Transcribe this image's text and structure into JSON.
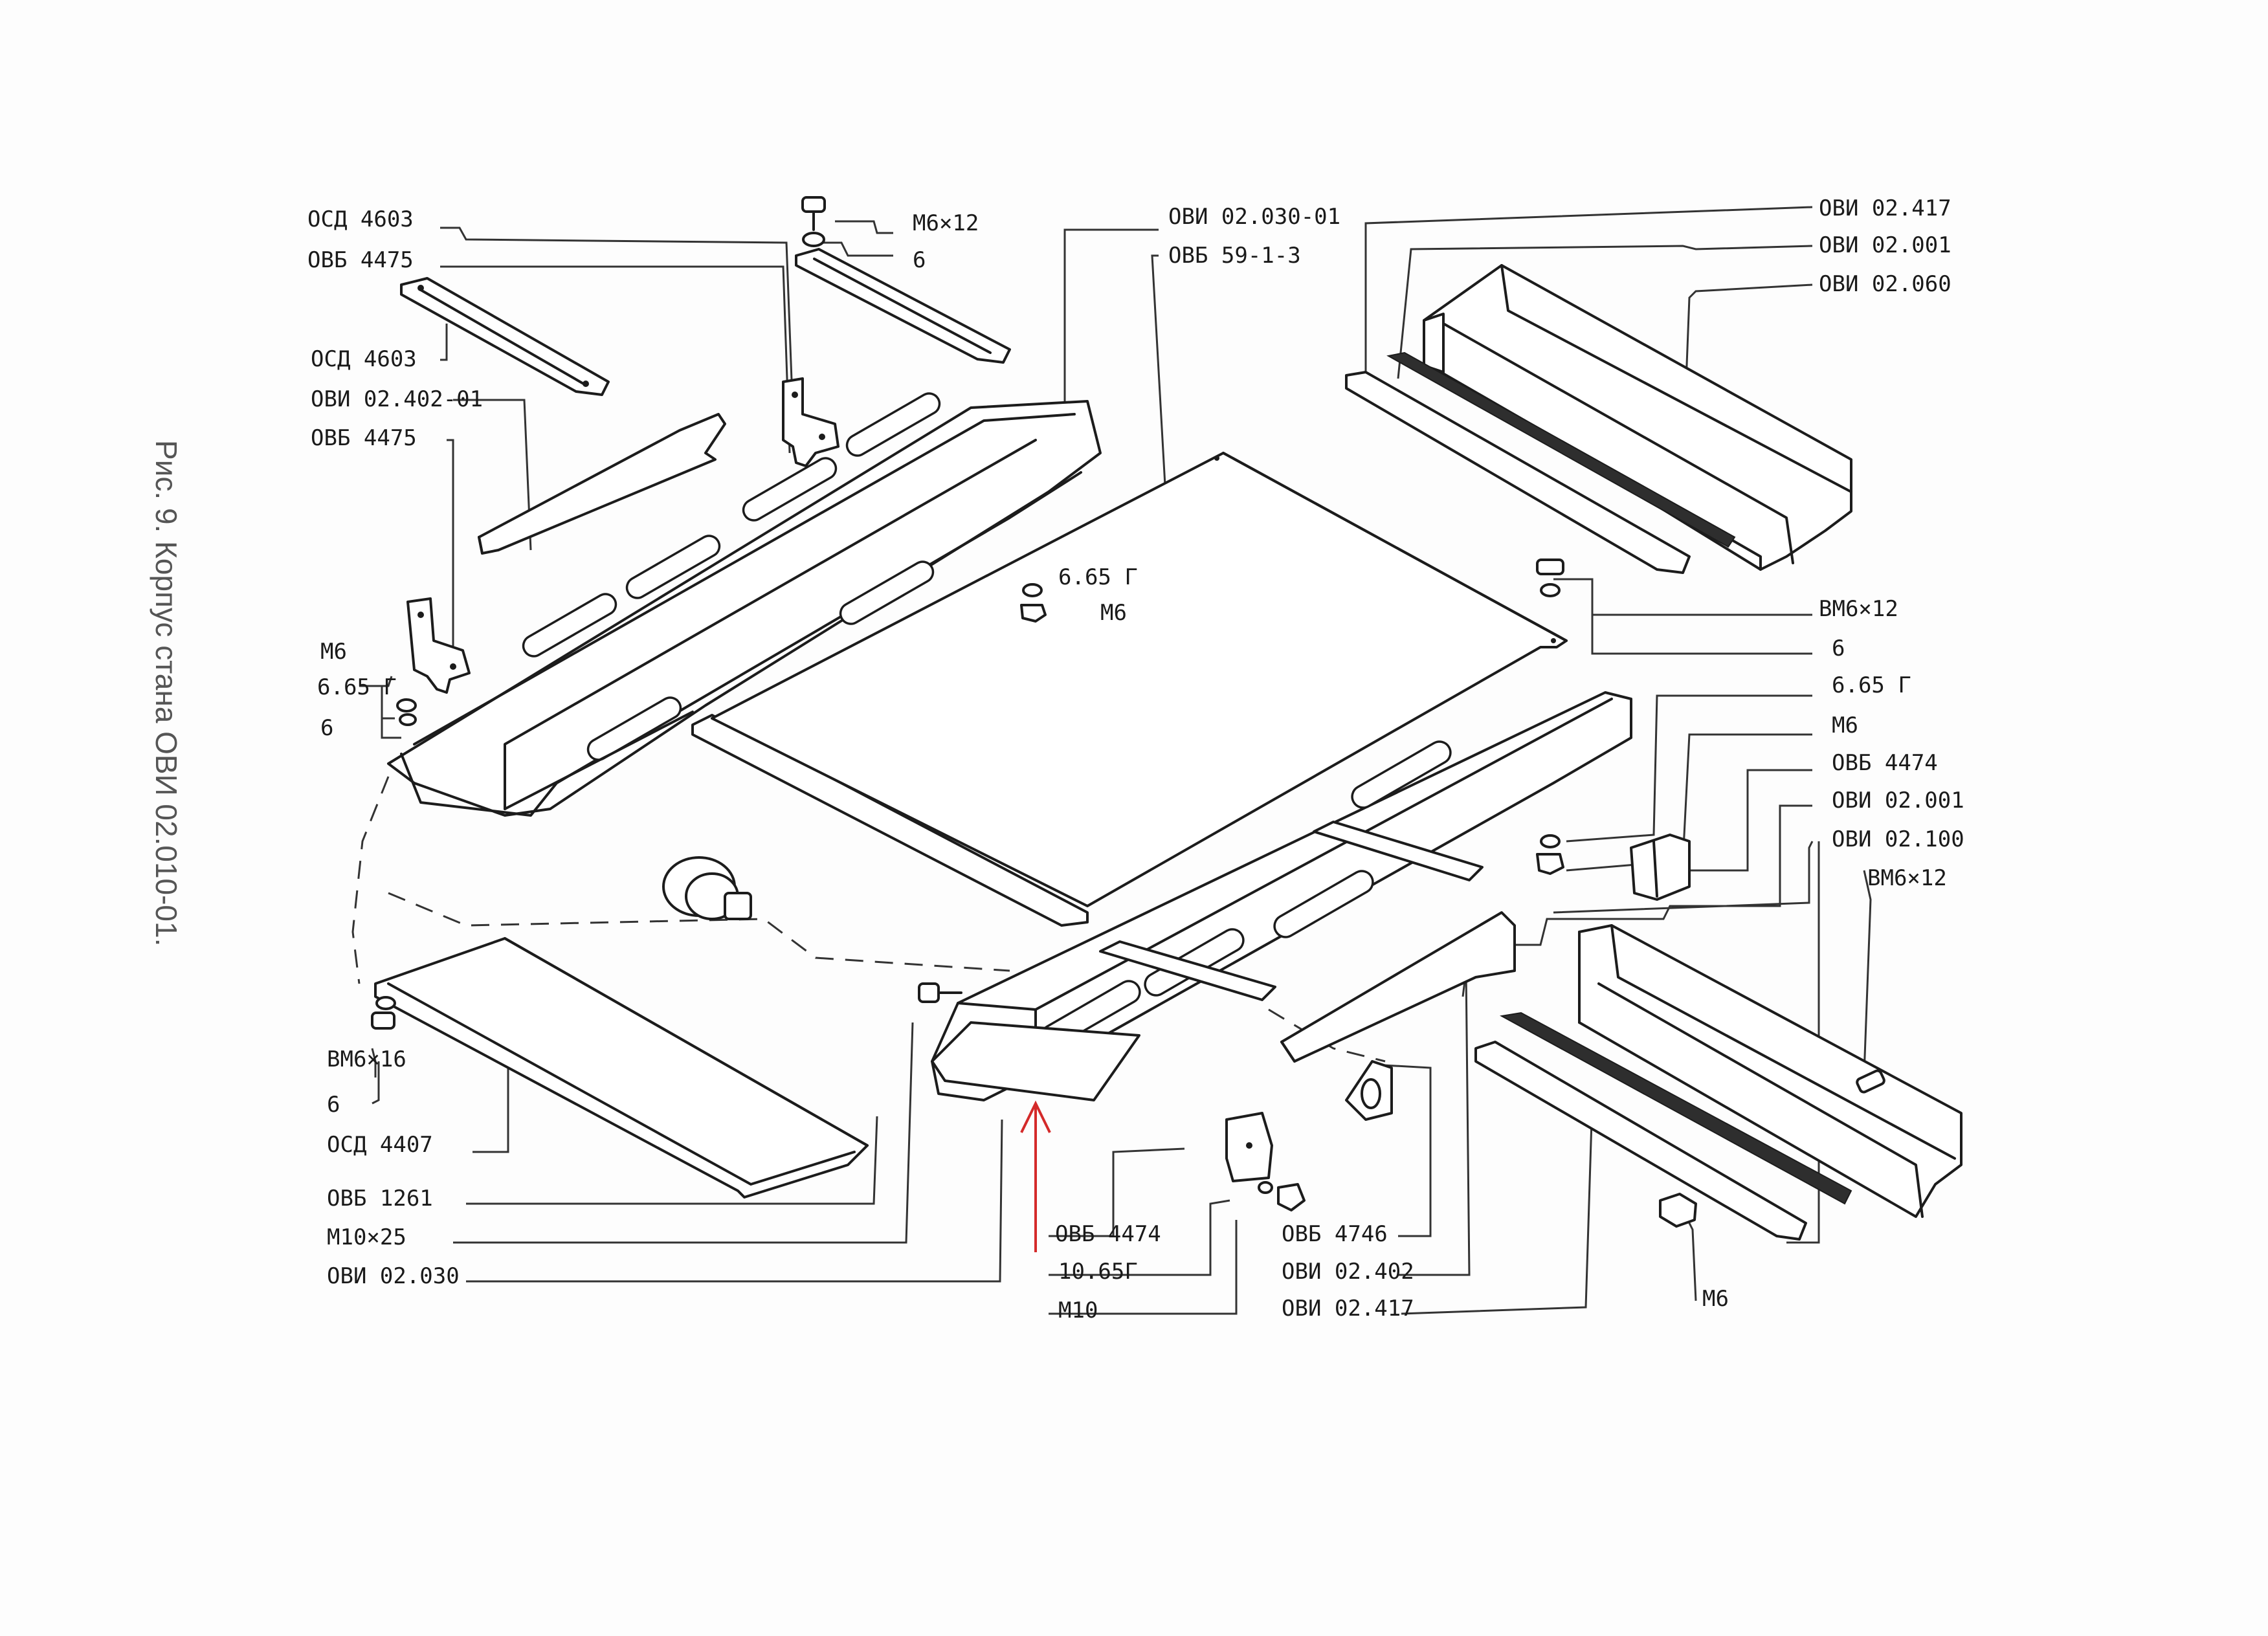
{
  "caption": "Рис. 9. Корпус стана ОВИ 02.010-01.",
  "colors": {
    "ink": "#1c1c1c",
    "arrow": "#d42a2a"
  },
  "labels": {
    "osd4603_a": "ОСД 4603",
    "ovb4475_a": "ОВБ 4475",
    "osd4603_b": "ОСД 4603",
    "ovi02402_01": "ОВИ 02.402-01",
    "ovb4475_b": "ОВБ 4475",
    "m6_left": "М6",
    "washer665_left": "6.65 Г",
    "six_left": "6",
    "vm6x16": "ВМ6×16",
    "six_lower_left": "6",
    "osd4407": "ОСД 4407",
    "ovb1261": "ОВБ 1261",
    "m10x25": "М10×25",
    "ovi02030": "ОВИ 02.030",
    "m6x12_top": "М6×12",
    "six_top": "6",
    "ovi02030_01": "ОВИ 02.030-01",
    "ovb59_1_3": "ОВБ 59-1-3",
    "washer665_center": "6.65 Г",
    "m6_center": "М6",
    "ovi02417_top": "ОВИ 02.417",
    "ovi02001_top": "ОВИ 02.001",
    "ovi02060": "ОВИ 02.060",
    "vm6x12_right": "ВМ6×12",
    "six_right": "6",
    "washer665_right": "6.65 Г",
    "m6_right": "М6",
    "ovb4474_right": "ОВБ 4474",
    "ovi02001_right": "ОВИ 02.001",
    "ovi02100": "ОВИ 02.100",
    "vm6x12_far": "ВМ6×12",
    "ovb4474_bottom": "ОВБ 4474",
    "washer1065": "10.65Г",
    "m10": "М10",
    "ovb4746": "ОВБ 4746",
    "ovi02402": "ОВИ 02.402",
    "ovi02417_bottom": "ОВИ 02.417",
    "m6_bottom_right": "М6"
  }
}
